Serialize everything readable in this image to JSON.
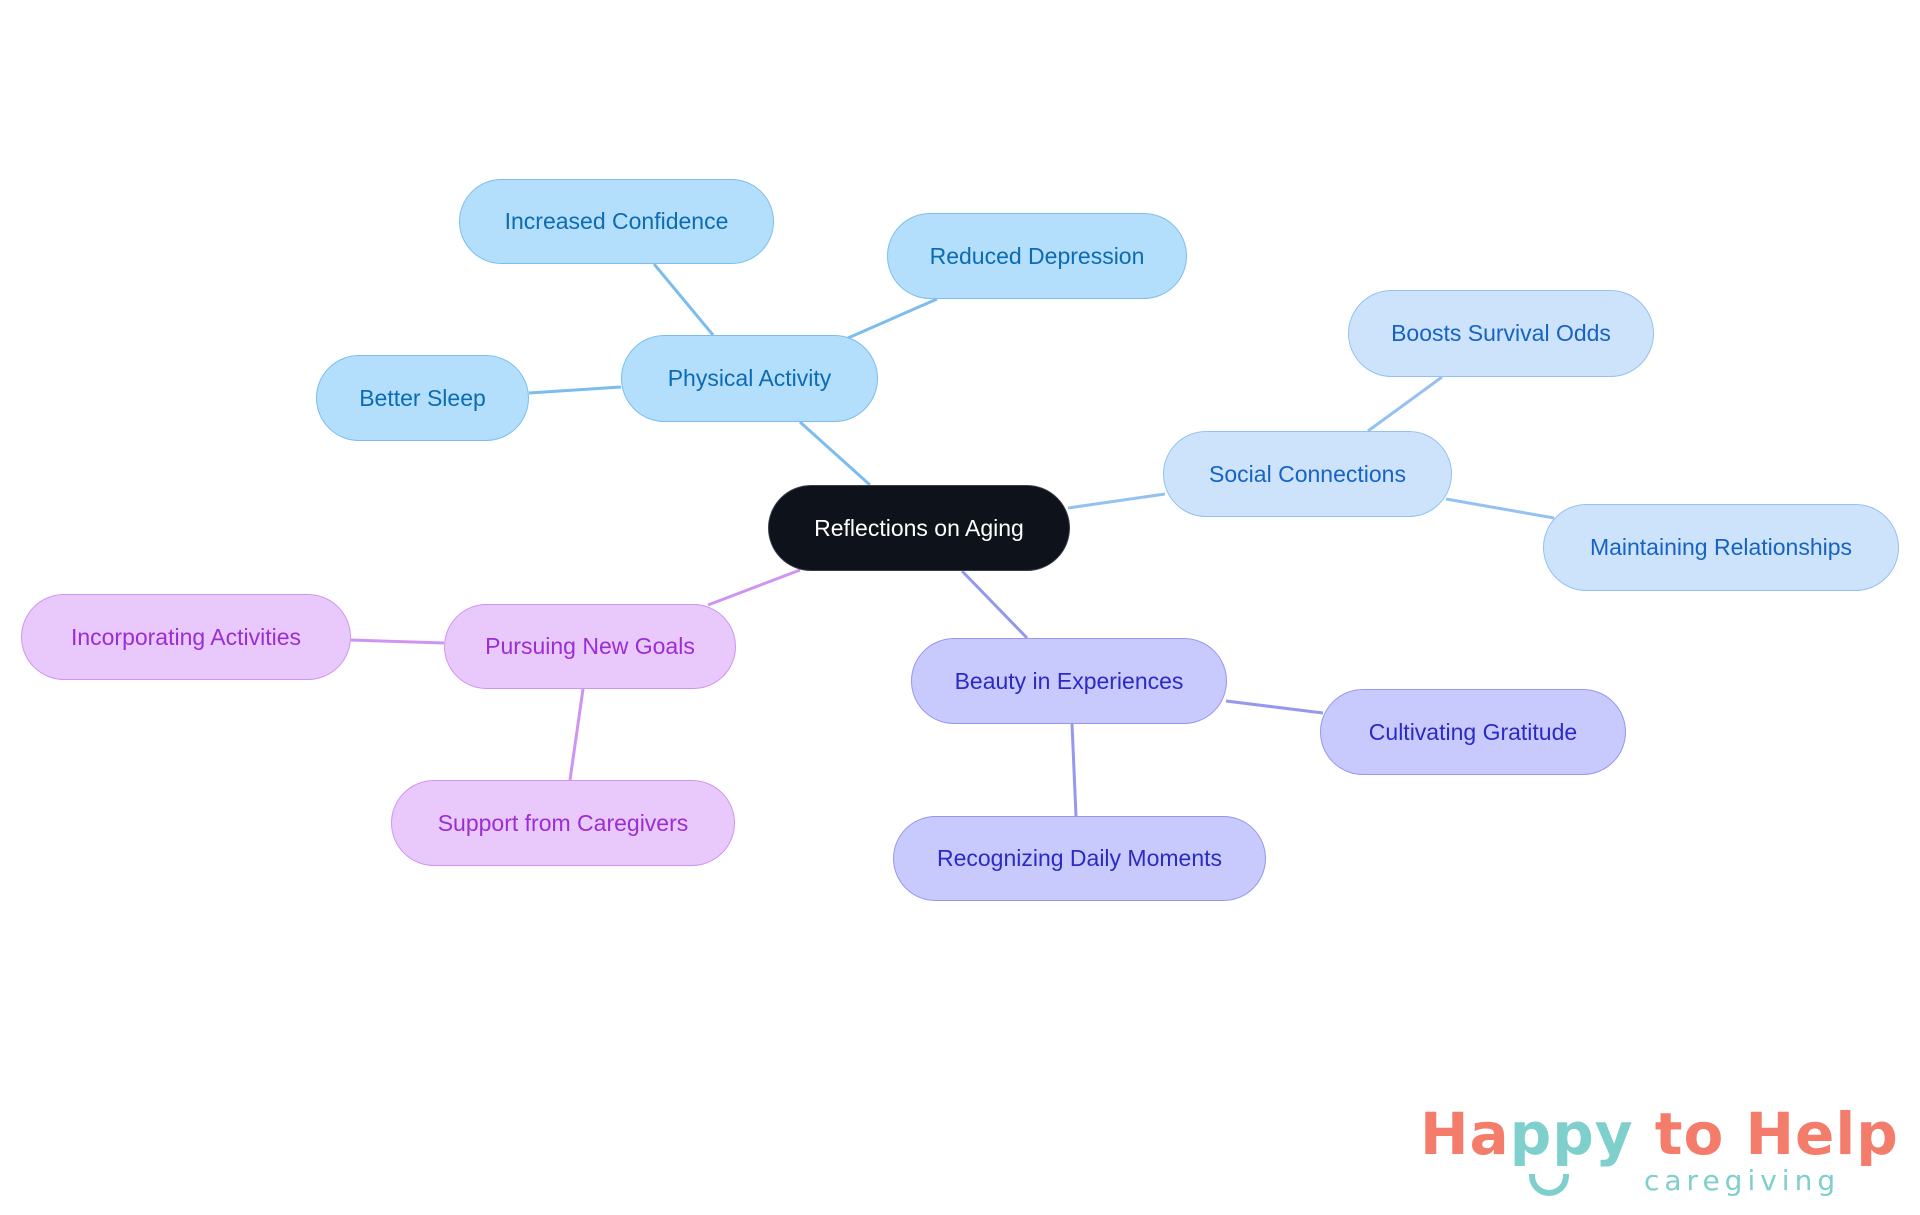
{
  "mindmap": {
    "root": {
      "label": "Reflections on Aging",
      "color": "#0d121b"
    },
    "branches": [
      {
        "label": "Physical Activity",
        "color": "#b3dffc",
        "children": [
          "Increased Confidence",
          "Reduced Depression",
          "Better Sleep"
        ]
      },
      {
        "label": "Social Connections",
        "color": "#cde3fb",
        "children": [
          "Boosts Survival Odds",
          "Maintaining Relationships"
        ]
      },
      {
        "label": "Pursuing New Goals",
        "color": "#e9c8fc",
        "children": [
          "Incorporating Activities",
          "Support from Caregivers"
        ]
      },
      {
        "label": "Beauty in Experiences",
        "color": "#c8c9fd",
        "children": [
          "Cultivating Gratitude",
          "Recognizing Daily Moments"
        ]
      }
    ]
  },
  "logo": {
    "part1": "Ha",
    "part2": "ppy",
    "part3": " to Help",
    "subtitle": "caregiving",
    "primary_color": "#f47c6b",
    "accent_color": "#7fcfcc"
  }
}
